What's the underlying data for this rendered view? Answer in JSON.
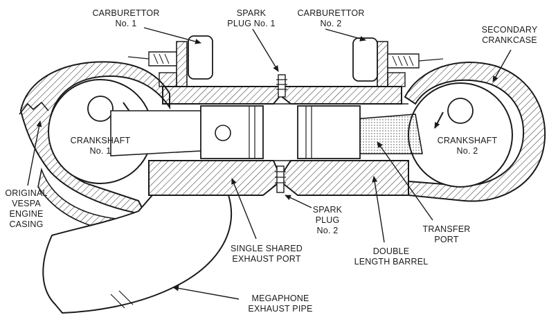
{
  "labels": {
    "carburettor_1": "CARBURETTOR\nNo. 1",
    "spark_plug_1": "SPARK\nPLUG No. 1",
    "carburettor_2": "CARBURETTOR\nNo. 2",
    "secondary_crankcase": "SECONDARY\nCRANKCASE",
    "crankshaft_1": "CRANKSHAFT\nNo. 1",
    "crankshaft_2": "CRANKSHAFT\nNo. 2",
    "original_casing": "ORIGINAL\nVESPA\nENGINE\nCASING",
    "spark_plug_2": "SPARK\nPLUG\nNo. 2",
    "transfer_port": "TRANSFER\nPORT",
    "single_exhaust": "SINGLE SHARED\nEXHAUST PORT",
    "double_barrel": "DOUBLE\nLENGTH BARREL",
    "megaphone": "MEGAPHONE\nEXHAUST PIPE"
  },
  "colors": {
    "ink": "#1a1a1a",
    "paper": "#ffffff",
    "hatch": "#333333",
    "shade": "#bdbdbd"
  }
}
